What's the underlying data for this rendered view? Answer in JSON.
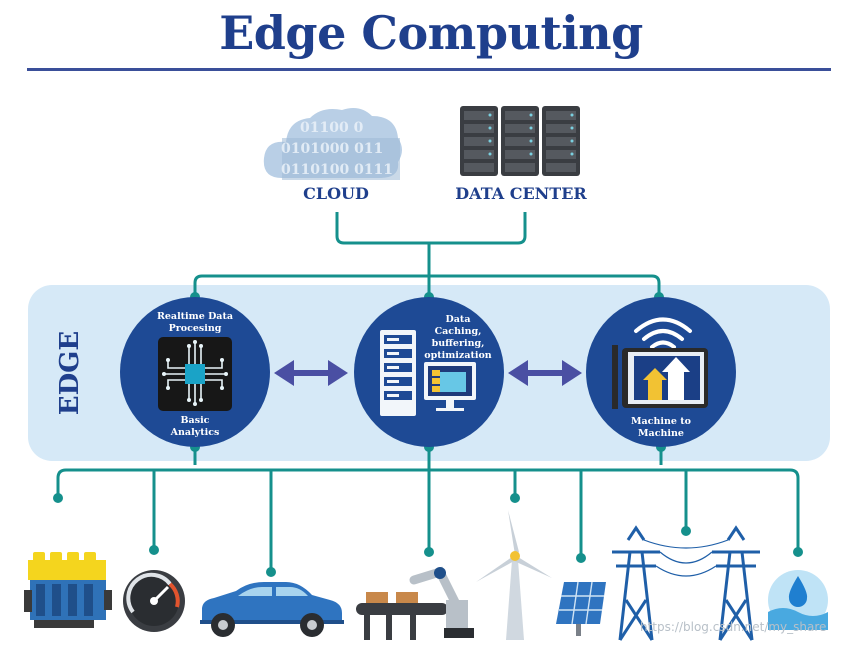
{
  "title": "Edge Computing",
  "colors": {
    "navy": "#1f3f8c",
    "teal": "#15908c",
    "edge_band": "#d6e9f7",
    "circle": "#1e4a95",
    "arrow": "#4a4fa3"
  },
  "top": {
    "cloud_label": "CLOUD",
    "cloud_binary": [
      "01100 0",
      "0101000 011",
      "0110100 0111"
    ],
    "datacenter_label": "DATA CENTER"
  },
  "edge": {
    "label": "EDGE",
    "nodes": [
      {
        "top_text": [
          "Realtime Data",
          "Procesing"
        ],
        "bottom_text": [
          "Basic",
          "Analytics"
        ],
        "icon": "chip-icon"
      },
      {
        "top_text": [
          "Data",
          "Caching,",
          "buffering,",
          "optimization"
        ],
        "bottom_text": [],
        "icon": "server-monitor-icon"
      },
      {
        "top_text": [],
        "bottom_text": [
          "Machine to",
          "Machine"
        ],
        "icon": "tablet-wifi-icon"
      }
    ]
  },
  "devices": [
    {
      "name": "engine-icon"
    },
    {
      "name": "gauge-icon"
    },
    {
      "name": "car-icon"
    },
    {
      "name": "robot-arm-conveyor-icon"
    },
    {
      "name": "wind-turbine-icon"
    },
    {
      "name": "solar-panel-icon"
    },
    {
      "name": "power-line-tower-icon"
    },
    {
      "name": "water-drop-icon"
    }
  ],
  "watermark": "https://blog.csdn.net/my_share"
}
